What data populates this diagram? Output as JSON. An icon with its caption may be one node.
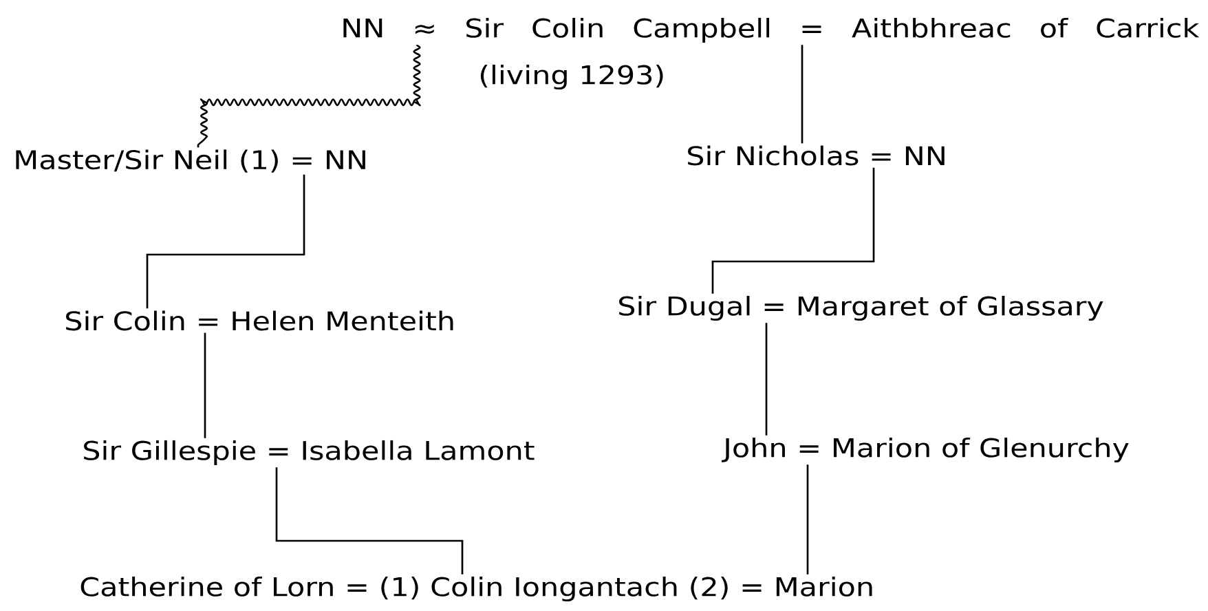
{
  "diagram": {
    "nodes": [
      {
        "text": [
          "NN ≈ Sir Colin Campbell = Aithbhreac of Carrick"
        ],
        "beside": [
          "(living 1293)"
        ]
      },
      {
        "text": [
          "Master/Sir Neil (1) = NN"
        ]
      },
      {
        "text": [
          "Sir Nicholas = NN"
        ]
      },
      {
        "text": [
          "Sir Colin = Helen Menteith"
        ]
      },
      {
        "text": [
          "Sir Dugal = Margaret of Glassary"
        ]
      },
      {
        "text": [
          "Sir Gillespie = Isabella Lamont"
        ]
      },
      {
        "text": [
          "John = Marion of Glenurchy"
        ]
      },
      {
        "text": [
          "Catherine of Lorn = (1) Colin Iongantach (2) = Marion"
        ]
      }
    ],
    "edges": [
      {
        "from": 0,
        "to": 1,
        "arrow": "none"
      },
      {
        "from": 0,
        "to": 2,
        "arrow": "none"
      },
      {
        "from": 1,
        "to": 3,
        "arrow": "none"
      },
      {
        "from": 2,
        "to": 4,
        "arrow": "none"
      },
      {
        "from": 3,
        "to": 5,
        "arrow": "none"
      },
      {
        "from": 4,
        "to": 6,
        "arrow": "none"
      },
      {
        "from": 5,
        "to": 7,
        "arrow": "none"
      },
      {
        "from": 6,
        "to": 7,
        "arrow": "none"
      }
    ]
  }
}
